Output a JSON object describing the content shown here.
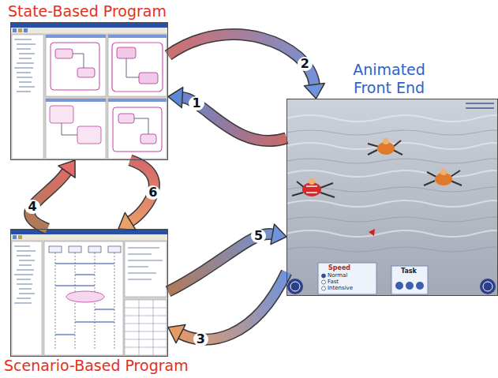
{
  "diagram": {
    "nodes": [
      {
        "text": [
          "State-Based Program"
        ]
      },
      {
        "text": [
          "Animated Front End"
        ]
      },
      {
        "text": [
          "Scenario-Based Program"
        ]
      }
    ],
    "edges": [
      {
        "from": 1,
        "to": 0,
        "label": "1",
        "arrow": "to"
      },
      {
        "from": 0,
        "to": 1,
        "label": "2",
        "arrow": "to"
      },
      {
        "from": 1,
        "to": 2,
        "label": "3",
        "arrow": "to"
      },
      {
        "from": 2,
        "to": 0,
        "label": "4",
        "arrow": "to"
      },
      {
        "from": 2,
        "to": 1,
        "label": "5",
        "arrow": "to"
      },
      {
        "from": 0,
        "to": 2,
        "label": "6",
        "arrow": "to"
      }
    ],
    "labels": [
      "Speed",
      "Normal",
      "Fast",
      "Intensive",
      "Task"
    ]
  }
}
